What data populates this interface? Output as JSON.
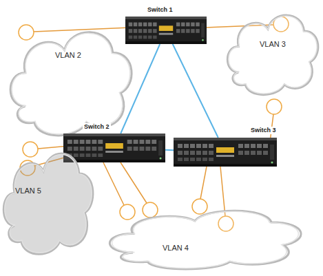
{
  "diagram": {
    "nodes": [
      {
        "text": [
          "Switch 1"
        ]
      },
      {
        "text": [
          "VLAN 2"
        ]
      },
      {
        "text": [
          "VLAN 3"
        ]
      },
      {
        "text": [
          "Switch 2"
        ]
      },
      {
        "text": [
          "Switch 3"
        ]
      },
      {
        "text": [
          "VLAN 5"
        ]
      },
      {
        "text": [
          "VLAN 4"
        ]
      }
    ],
    "edges": [
      {
        "from": 0,
        "to": 3,
        "arrow": "none"
      },
      {
        "from": 0,
        "to": 4,
        "arrow": "none"
      },
      {
        "from": 3,
        "to": 4,
        "arrow": "none"
      }
    ]
  }
}
